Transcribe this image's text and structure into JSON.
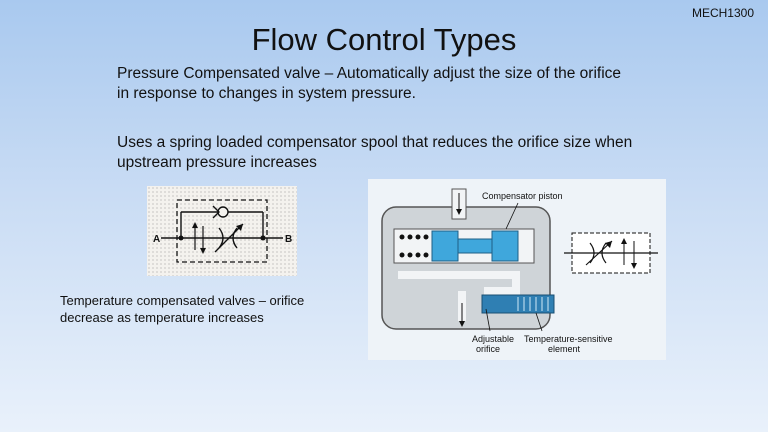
{
  "header": {
    "course_code": "MECH1300"
  },
  "slide": {
    "title": "Flow Control Types",
    "paragraph1": "Pressure Compensated valve – Automatically adjust the size of the orifice in response to changes in system pressure.",
    "paragraph2": "Uses a spring loaded compensator spool that reduces the orifice size when upstream pressure increases",
    "temperature_text": "Temperature compensated valves – orifice decrease as temperature increases"
  },
  "symbol": {
    "port_a": "A",
    "port_b": "B"
  },
  "diagram": {
    "compensator_label": "Compensator piston",
    "adjustable_label_line1": "Adjustable",
    "adjustable_label_line2": "orifice",
    "temp_label_line1": "Temperature-sensitive",
    "temp_label_line2": "element",
    "colors": {
      "spool": "#3fa7dc",
      "body": "#cfd4d8",
      "rod": "#2f7fb3"
    }
  }
}
